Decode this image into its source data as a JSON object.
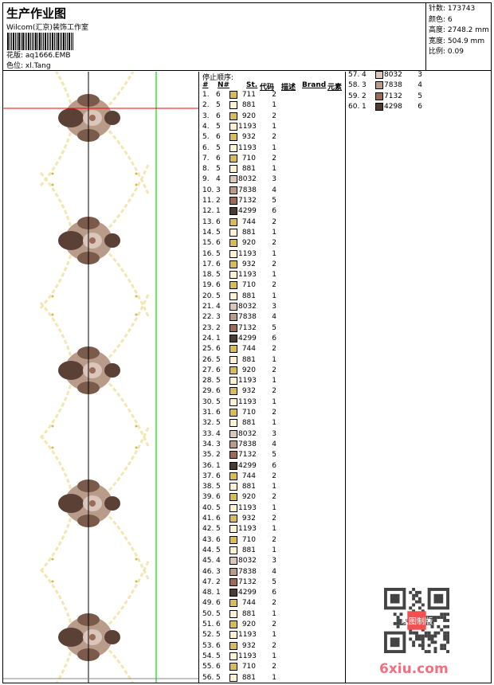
{
  "header": {
    "title": "生产作业图",
    "company": "Wilcom(汇京)装饰工作室",
    "design_label": "花版:",
    "design_value": "aq1666.EMB",
    "color_label": "色位:",
    "color_value": "xl.Tang"
  },
  "info": [
    {
      "label": "针数:",
      "value": "173743"
    },
    {
      "label": "颜色:",
      "value": "6"
    },
    {
      "label": "高度:",
      "value": "2748.2 mm"
    },
    {
      "label": "宽度:",
      "value": "504.9 mm"
    },
    {
      "label": "比例:",
      "value": "0.09"
    }
  ],
  "table": {
    "title": "停止顺序:",
    "headers": [
      "#",
      "N#",
      "St.",
      "代码",
      "描述",
      "Brand",
      "元素"
    ]
  },
  "colors": {
    "711": "#d8bc55",
    "881": "#fdf3d4",
    "920": "#d8bc55",
    "1193": "#fdf3d4",
    "932": "#d8bc55",
    "710": "#d8bc55",
    "744": "#d8bc55",
    "8032": "#dac6bb",
    "7838": "#b99b8a",
    "7132": "#9a6b58",
    "4299": "#4e3a30",
    "4298": "#4e3a30"
  },
  "rows": [
    [
      "1.",
      "6",
      "711",
      "2"
    ],
    [
      "2.",
      "5",
      "881",
      "1"
    ],
    [
      "3.",
      "6",
      "920",
      "2"
    ],
    [
      "4.",
      "5",
      "1193",
      "1"
    ],
    [
      "5.",
      "6",
      "932",
      "2"
    ],
    [
      "6.",
      "5",
      "1193",
      "1"
    ],
    [
      "7.",
      "6",
      "710",
      "2"
    ],
    [
      "8.",
      "5",
      "881",
      "1"
    ],
    [
      "9.",
      "4",
      "8032",
      "3"
    ],
    [
      "10.",
      "3",
      "7838",
      "4"
    ],
    [
      "11.",
      "2",
      "7132",
      "5"
    ],
    [
      "12.",
      "1",
      "4299",
      "6"
    ],
    [
      "13.",
      "6",
      "744",
      "2"
    ],
    [
      "14.",
      "5",
      "881",
      "1"
    ],
    [
      "15.",
      "6",
      "920",
      "2"
    ],
    [
      "16.",
      "5",
      "1193",
      "1"
    ],
    [
      "17.",
      "6",
      "932",
      "2"
    ],
    [
      "18.",
      "5",
      "1193",
      "1"
    ],
    [
      "19.",
      "6",
      "710",
      "2"
    ],
    [
      "20.",
      "5",
      "881",
      "1"
    ],
    [
      "21.",
      "4",
      "8032",
      "3"
    ],
    [
      "22.",
      "3",
      "7838",
      "4"
    ],
    [
      "23.",
      "2",
      "7132",
      "5"
    ],
    [
      "24.",
      "1",
      "4299",
      "6"
    ],
    [
      "25.",
      "6",
      "744",
      "2"
    ],
    [
      "26.",
      "5",
      "881",
      "1"
    ],
    [
      "27.",
      "6",
      "920",
      "2"
    ],
    [
      "28.",
      "5",
      "1193",
      "1"
    ],
    [
      "29.",
      "6",
      "932",
      "2"
    ],
    [
      "30.",
      "5",
      "1193",
      "1"
    ],
    [
      "31.",
      "6",
      "710",
      "2"
    ],
    [
      "32.",
      "5",
      "881",
      "1"
    ],
    [
      "33.",
      "4",
      "8032",
      "3"
    ],
    [
      "34.",
      "3",
      "7838",
      "4"
    ],
    [
      "35.",
      "2",
      "7132",
      "5"
    ],
    [
      "36.",
      "1",
      "4299",
      "6"
    ],
    [
      "37.",
      "6",
      "744",
      "2"
    ],
    [
      "38.",
      "5",
      "881",
      "1"
    ],
    [
      "39.",
      "6",
      "920",
      "2"
    ],
    [
      "40.",
      "5",
      "1193",
      "1"
    ],
    [
      "41.",
      "6",
      "932",
      "2"
    ],
    [
      "42.",
      "5",
      "1193",
      "1"
    ],
    [
      "43.",
      "6",
      "710",
      "2"
    ],
    [
      "44.",
      "5",
      "881",
      "1"
    ],
    [
      "45.",
      "4",
      "8032",
      "3"
    ],
    [
      "46.",
      "3",
      "7838",
      "4"
    ],
    [
      "47.",
      "2",
      "7132",
      "5"
    ],
    [
      "48.",
      "1",
      "4299",
      "6"
    ],
    [
      "49.",
      "6",
      "744",
      "2"
    ],
    [
      "50.",
      "5",
      "881",
      "1"
    ],
    [
      "51.",
      "6",
      "920",
      "2"
    ],
    [
      "52.",
      "5",
      "1193",
      "1"
    ],
    [
      "53.",
      "6",
      "932",
      "2"
    ],
    [
      "54.",
      "5",
      "1193",
      "1"
    ],
    [
      "55.",
      "6",
      "710",
      "2"
    ],
    [
      "56.",
      "5",
      "881",
      "1"
    ],
    [
      "57.",
      "4",
      "8032",
      "3"
    ],
    [
      "58.",
      "3",
      "7838",
      "4"
    ],
    [
      "59.",
      "2",
      "7132",
      "5"
    ],
    [
      "60.",
      "1",
      "4298",
      "6"
    ]
  ],
  "watermark": {
    "site": "6xiu.com",
    "seal": "以图制版"
  }
}
